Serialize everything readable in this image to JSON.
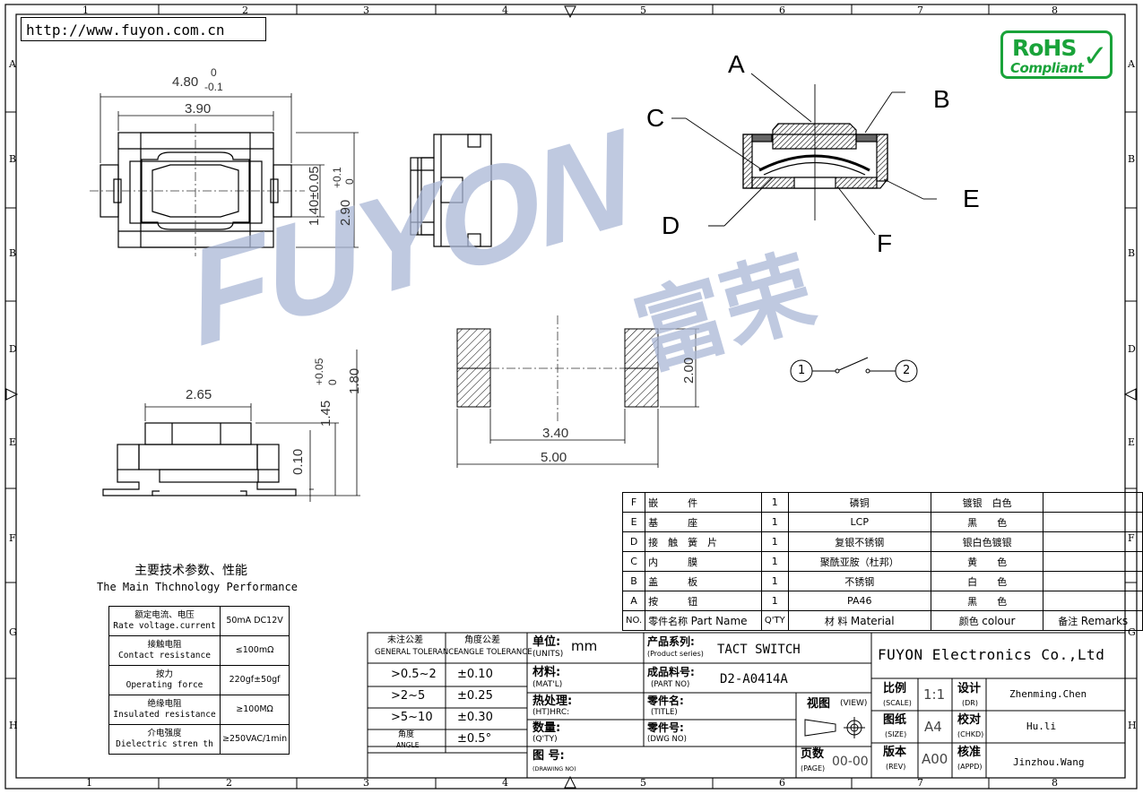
{
  "url": "http://www.fuyon.com.cn",
  "rohs": {
    "line1": "RoHS",
    "line2": "Compliant"
  },
  "grid": {
    "top_numbers": [
      "1",
      "2",
      "3",
      "4",
      "5",
      "6",
      "7",
      "8"
    ],
    "bottom_numbers": [
      "1",
      "2",
      "3",
      "4",
      "5",
      "6",
      "7",
      "8"
    ],
    "left_letters": [
      "A",
      "B",
      "B",
      "D",
      "E",
      "F",
      "G",
      "H"
    ],
    "right_letters": [
      "A",
      "B",
      "B",
      "D",
      "E",
      "F",
      "G",
      "H"
    ]
  },
  "dims_top": {
    "width_total": "4.80",
    "tol_upper": "0",
    "tol_lower": "-0.1",
    "inner": "3.90",
    "v1": "1.40±0.05",
    "v2": "2.90",
    "v2_tol_upper": "+0.1",
    "v2_tol_lower": "0"
  },
  "dims_side": {
    "len": "2.65",
    "h1": "1.45",
    "h1_tol_upper": "+0.05",
    "h1_tol_lower": "0",
    "h2": "1.80",
    "h3": "0.10"
  },
  "dims_pad": {
    "h": "2.00",
    "inner": "3.40",
    "outer": "5.00"
  },
  "section_labels": [
    "A",
    "B",
    "C",
    "D",
    "E",
    "F"
  ],
  "circuit": {
    "n1": "1",
    "n2": "2"
  },
  "watermark": {
    "text": "FUYON",
    "cn": "富荣"
  },
  "perf": {
    "title_cn": "主要技术参数、性能",
    "title_en": "The Main Thchnology Performance",
    "rows": [
      {
        "cn": "额定电流、电压",
        "en": "Rate voltage.current",
        "value": "50mA DC12V"
      },
      {
        "cn": "接触电阻",
        "en": "Contact resistance",
        "value": "≤100mΩ"
      },
      {
        "cn": "按力",
        "en": "Operating force",
        "value": "220gf±50gf"
      },
      {
        "cn": "绝缘电阻",
        "en": "Insulated resistance",
        "value": "≥100MΩ"
      },
      {
        "cn": "介电强度",
        "en": "Dielectric stren th",
        "value": "≥250VAC/1min"
      }
    ]
  },
  "bom": {
    "rows": [
      {
        "no": "F",
        "name": "嵌　　　件",
        "qty": "1",
        "material": "磷铜",
        "colour": "镀银　白色",
        "remark": ""
      },
      {
        "no": "E",
        "name": "基　　　座",
        "qty": "1",
        "material": "LCP",
        "colour": "黑　　色",
        "remark": ""
      },
      {
        "no": "D",
        "name": "接　触　簧　片",
        "qty": "1",
        "material": "复银不锈钢",
        "colour": "银白色镀银",
        "remark": ""
      },
      {
        "no": "C",
        "name": "内　　　膜",
        "qty": "1",
        "material": "聚酰亚胺（杜邦）",
        "colour": "黄　　色",
        "remark": ""
      },
      {
        "no": "B",
        "name": "盖　　　板",
        "qty": "1",
        "material": "不锈钢",
        "colour": "白　　色",
        "remark": ""
      },
      {
        "no": "A",
        "name": "按　　　钮",
        "qty": "1",
        "material": "PA46",
        "colour": "黑　　色",
        "remark": ""
      }
    ],
    "header": {
      "no": "NO.",
      "name_cn": "零件名称",
      "name_en": "Part Name",
      "qty": "Q'TY",
      "mat_cn": "材 料",
      "mat_en": "Material",
      "col_cn": "颜色",
      "col_en": "colour",
      "rem_cn": "备注",
      "rem_en": "Remarks"
    }
  },
  "tolerance": {
    "h1_cn": "未注公差",
    "h1_en": "GENERAL TOLERANCE",
    "h2_cn": "角度公差",
    "h2_en": "ANGLE TOLERANCE",
    "rows": [
      {
        "range": ">0.5~2",
        "tol": "±0.10"
      },
      {
        "range": ">2~5",
        "tol": "±0.25"
      },
      {
        "range": ">5~10",
        "tol": "±0.30"
      },
      {
        "range_cn": "角度",
        "range_en": "ANGLE",
        "tol": "±0.5°"
      }
    ]
  },
  "title_block": {
    "units_cn": "单位:",
    "units_en": "(UNITS)",
    "units_val": "mm",
    "matl_cn": "材料:",
    "matl_en": "(MAT'L)",
    "heat_cn": "热处理:",
    "heat_en": "(HT)HRC:",
    "qty_cn": "数量:",
    "qty_en": "(Q'TY)",
    "dwg_cn": "图 号:",
    "dwg_en": "(DRAWING NO)",
    "series_cn": "产品系列:",
    "series_en": "(Product series)",
    "series_val": "TACT SWITCH",
    "partno_cn": "成品料号:",
    "partno_en": "(PART NO)",
    "partno_val": "D2-A0414A",
    "title_cn": "零件名:",
    "title_en": "(TITLE)",
    "dwgno_cn": "零件号:",
    "dwgno_en": "(DWG NO)",
    "company": "FUYON Electronics Co.,Ltd",
    "view_cn": "视图",
    "view_en": "(VIEW)",
    "page_cn": "页数",
    "page_en": "(PAGE)",
    "page_val": "00-00",
    "scale_cn": "比例",
    "scale_en": "(SCALE)",
    "scale_val": "1:1",
    "size_cn": "图纸",
    "size_en": "(SIZE)",
    "size_val": "A4",
    "rev_cn": "版本",
    "rev_en": "(REV)",
    "rev_val": "A00",
    "dr_cn": "设计",
    "dr_en": "(DR)",
    "dr_val": "Zhenming.Chen",
    "chk_cn": "校对",
    "chk_en": "(CHKD)",
    "chk_val": "Hu.li",
    "appd_cn": "核准",
    "appd_en": "(APPD)",
    "appd_val": "Jinzhou.Wang"
  }
}
